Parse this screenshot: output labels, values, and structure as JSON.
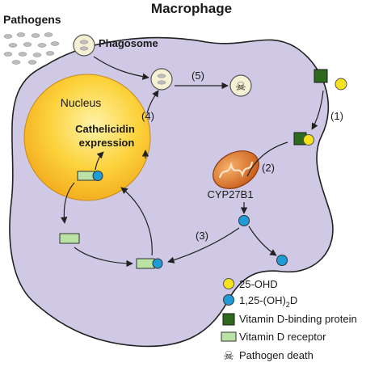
{
  "title": "Macrophage",
  "labels": {
    "pathogens": "Pathogens",
    "phagosome": "Phagosome",
    "nucleus": "Nucleus",
    "cathelicidin_line1": "Cathelicidin",
    "cathelicidin_line2": "expression",
    "cyp": "CYP27B1"
  },
  "steps": {
    "s1": "(1)",
    "s2": "(2)",
    "s3": "(3)",
    "s4": "(4)",
    "s5": "(5)"
  },
  "legend": [
    {
      "label": "25-OHD",
      "symbol": "yellow-circle",
      "color": "#f5e11c"
    },
    {
      "label_main": "1,25-(OH)",
      "label_sub": "2",
      "label_tail": "D",
      "symbol": "blue-circle",
      "color": "#1f9bd7"
    },
    {
      "label": "Vitamin D-binding protein",
      "symbol": "dark-green-square",
      "color": "#2e6a1e"
    },
    {
      "label": "Vitamin D receptor",
      "symbol": "light-green-rect",
      "color": "#b9e2a4"
    },
    {
      "label": "Pathogen death",
      "symbol": "skull-icon"
    }
  ],
  "colors": {
    "cell_fill": "#cfc9e6",
    "nucleus_fill": "#fcc52a",
    "phagosome_fill": "#f4f1d4",
    "mitochondrion": "#e07a2a"
  }
}
